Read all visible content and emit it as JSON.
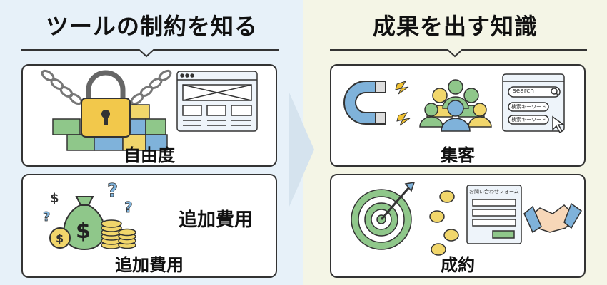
{
  "left": {
    "heading": "ツールの制約を知る",
    "cards": [
      {
        "label": "自由度"
      },
      {
        "label": "追加費用",
        "side_text": "追加費用"
      }
    ]
  },
  "right": {
    "heading": "成果を出す知識",
    "cards": [
      {
        "label": "集客",
        "search": {
          "query": "search",
          "chips": [
            "検索キーワード",
            "検索キーワード"
          ]
        }
      },
      {
        "label": "成約",
        "form": {
          "title": "お問い合わせフォーム"
        }
      }
    ]
  },
  "colors": {
    "left_bg": "#e7f1f9",
    "right_bg": "#f4f5e6",
    "border": "#333333",
    "green": "#8fc78a",
    "blue": "#7fb2da",
    "yellow": "#f1d66b"
  }
}
